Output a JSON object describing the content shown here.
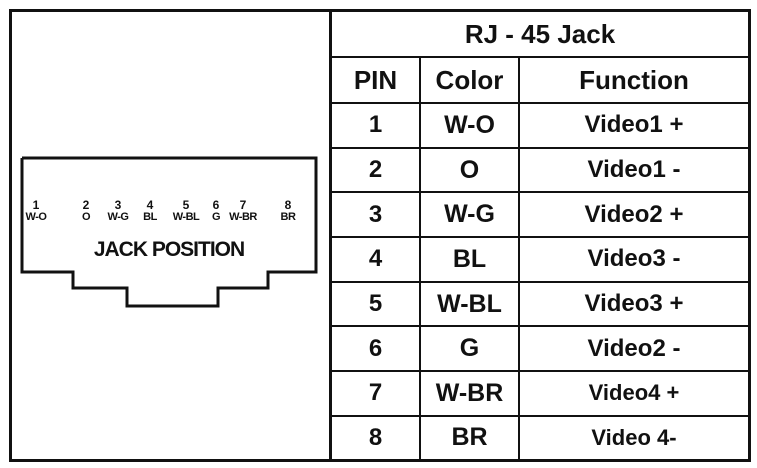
{
  "jack": {
    "label": "JACK POSITION",
    "pins": [
      {
        "num": "1",
        "color": "W-O"
      },
      {
        "num": "2",
        "color": "O"
      },
      {
        "num": "3",
        "color": "W-G"
      },
      {
        "num": "4",
        "color": "BL"
      },
      {
        "num": "5",
        "color": "W-BL"
      },
      {
        "num": "6",
        "color": "G"
      },
      {
        "num": "7",
        "color": "W-BR"
      },
      {
        "num": "8",
        "color": "BR"
      }
    ]
  },
  "table": {
    "title": "RJ - 45 Jack",
    "headers": {
      "pin": "PIN",
      "color": "Color",
      "function": "Function"
    },
    "rows": [
      {
        "pin": "1",
        "color": "W-O",
        "function": "Video1 +"
      },
      {
        "pin": "2",
        "color": "O",
        "function": "Video1 -"
      },
      {
        "pin": "3",
        "color": "W-G",
        "function": "Video2 +"
      },
      {
        "pin": "4",
        "color": "BL",
        "function": "Video3 -"
      },
      {
        "pin": "5",
        "color": "W-BL",
        "function": "Video3 +"
      },
      {
        "pin": "6",
        "color": "G",
        "function": "Video2 -"
      },
      {
        "pin": "7",
        "color": "W-BR",
        "function": "Video4 +"
      },
      {
        "pin": "8",
        "color": "BR",
        "function": "Video 4-"
      }
    ]
  }
}
